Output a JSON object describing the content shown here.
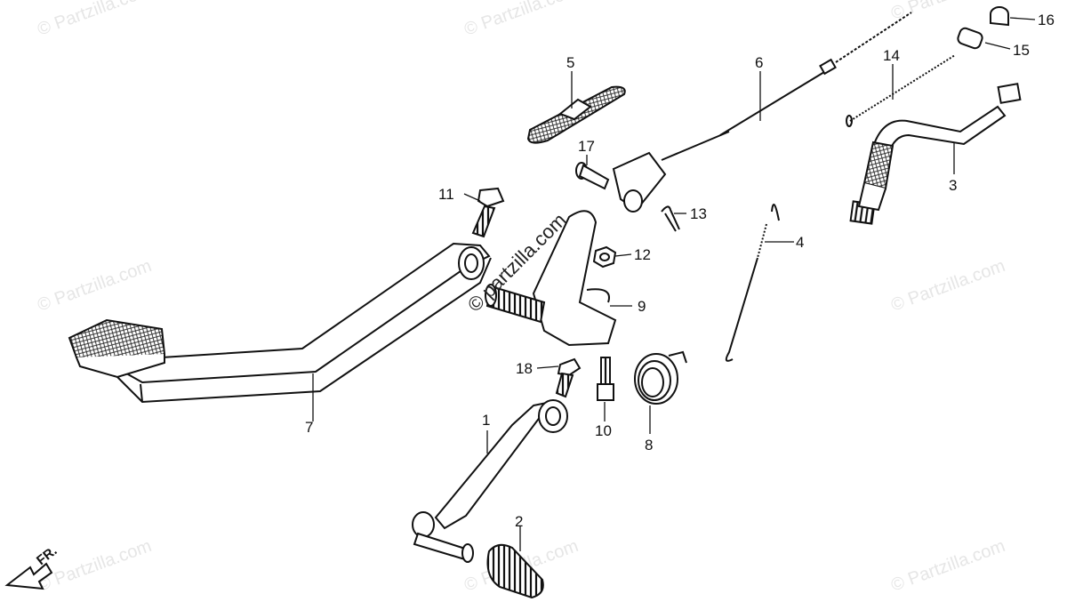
{
  "watermark_text": "© Partzilla.com",
  "center_watermark": "© partzilla.com",
  "front_indicator": "FR.",
  "callouts": [
    {
      "num": "1"
    },
    {
      "num": "2"
    },
    {
      "num": "3"
    },
    {
      "num": "4"
    },
    {
      "num": "5"
    },
    {
      "num": "6"
    },
    {
      "num": "7"
    },
    {
      "num": "8"
    },
    {
      "num": "9"
    },
    {
      "num": "10"
    },
    {
      "num": "11"
    },
    {
      "num": "12"
    },
    {
      "num": "13"
    },
    {
      "num": "14"
    },
    {
      "num": "15"
    },
    {
      "num": "16"
    },
    {
      "num": "17"
    },
    {
      "num": "18"
    }
  ],
  "colors": {
    "line": "#111111",
    "watermark": "#e6e6e6",
    "background": "#ffffff"
  }
}
